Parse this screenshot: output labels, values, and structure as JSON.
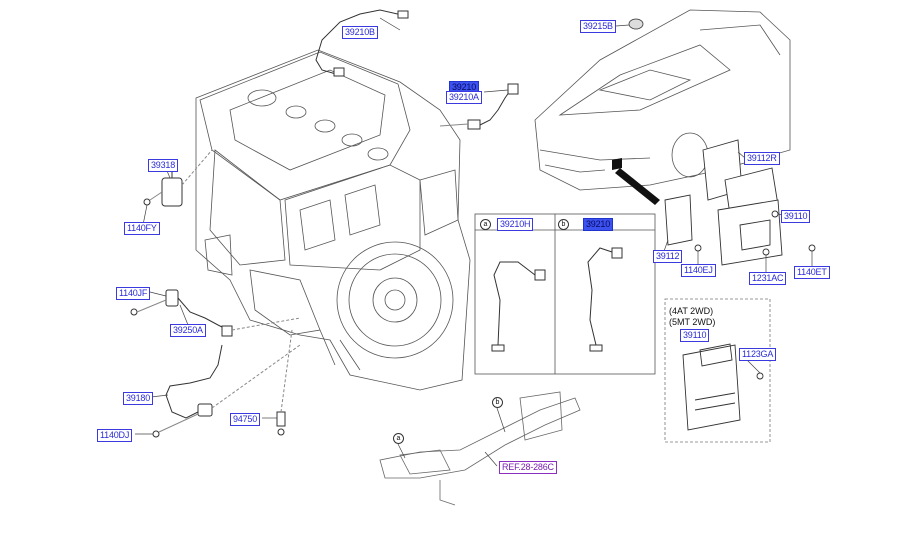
{
  "labels": {
    "p39210B": "39210B",
    "p39210A_top": "39210",
    "p39210A": "39210A",
    "p39318": "39318",
    "p1140FY": "1140FY",
    "p1140JF": "1140JF",
    "p39250A": "39250A",
    "p39180": "39180",
    "p1140DJ": "1140DJ",
    "p94750": "94750",
    "p39215B": "39215B",
    "p39112R": "39112R",
    "p39110": "39110",
    "p39112": "39112",
    "p1140EJ": "1140EJ",
    "p1231AC": "1231AC",
    "p1140ET": "1140ET",
    "box_a_part": "39210H",
    "box_b_part": "39210",
    "p39110_inner": "39110",
    "p1123GA": "1123GA",
    "ref": "REF.28-286C"
  },
  "callouts": {
    "a": "a",
    "b": "b",
    "box_a": "a",
    "box_b": "b"
  },
  "notes": {
    "line1": "(4AT 2WD)",
    "line2": "(5MT 2WD)"
  },
  "colors": {
    "label_text": "#2a2ad8",
    "label_border": "#3a3ae0",
    "highlight_fill": "#3b52f0",
    "ref_text": "#7a1fb0",
    "line": "#333333"
  }
}
